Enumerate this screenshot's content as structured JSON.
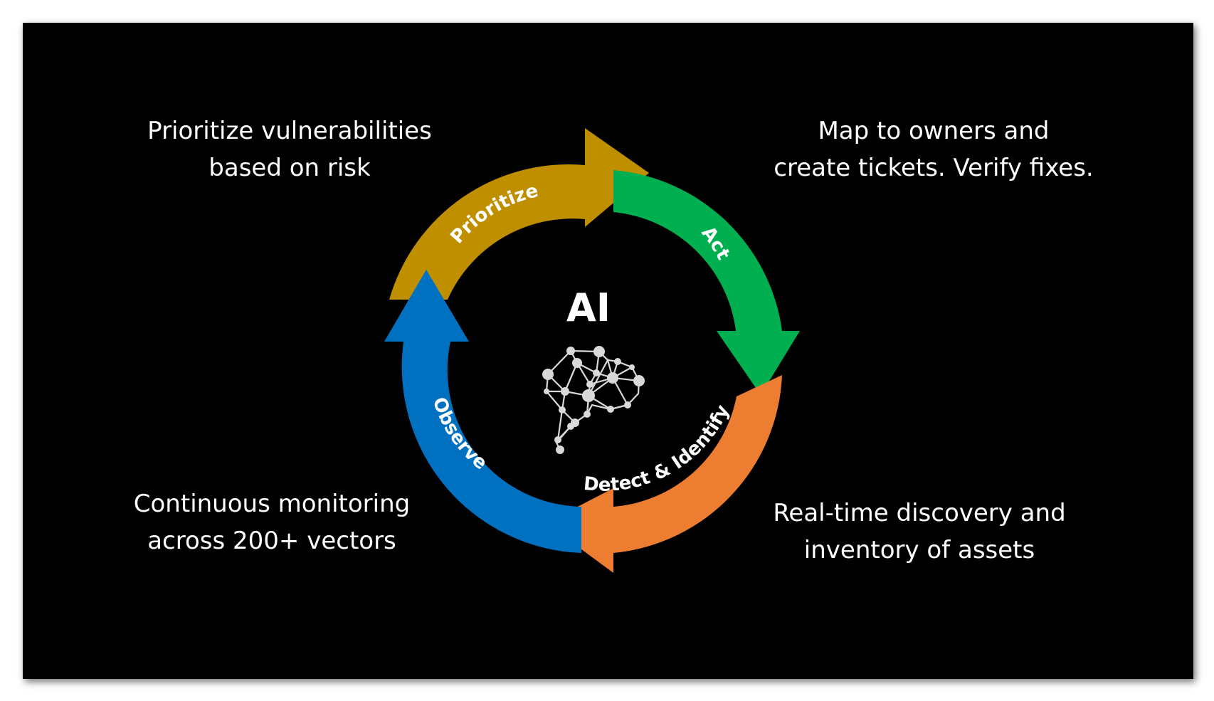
{
  "center": {
    "title": "AI",
    "icon": "brain-network-icon"
  },
  "stages": [
    {
      "id": "prioritize",
      "label": "Prioritize",
      "color": "#BF8F00",
      "description": [
        "Prioritize vulnerabilities",
        "based on risk"
      ]
    },
    {
      "id": "act",
      "label": "Act",
      "color": "#00B050",
      "description": [
        "Map to owners and",
        "create tickets. Verify fixes."
      ]
    },
    {
      "id": "detect",
      "label": "Detect & Identify",
      "color": "#ED7D31",
      "description": [
        "Real-time discovery and",
        "inventory of assets"
      ]
    },
    {
      "id": "observe",
      "label": "Observe",
      "color": "#0070C0",
      "description": [
        "Continuous monitoring",
        "across 200+ vectors"
      ]
    }
  ],
  "colors": {
    "background": "#000000",
    "text": "#ffffff",
    "brain_icon": "#d9d9d9"
  }
}
